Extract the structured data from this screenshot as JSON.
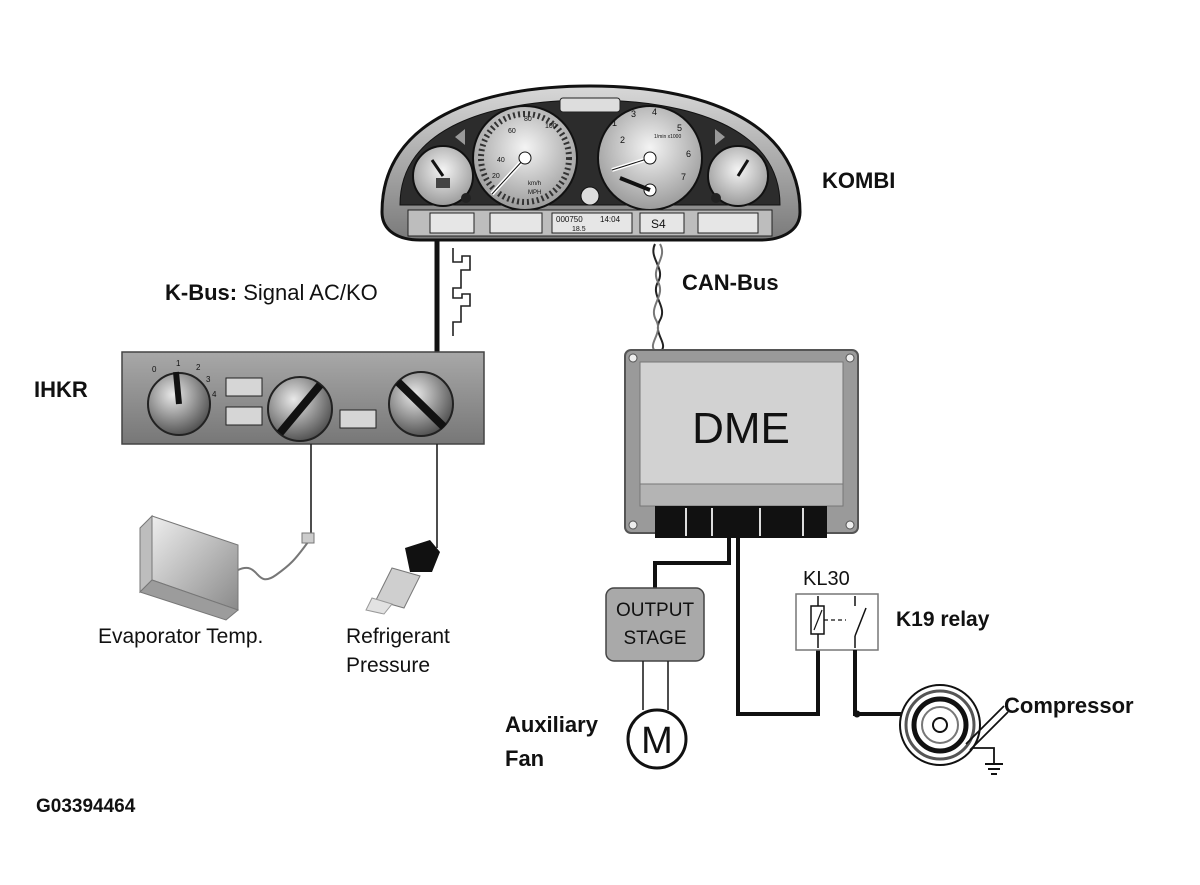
{
  "labels": {
    "kombi": "KOMBI",
    "kbus_bold": "K-Bus:",
    "kbus_rest": " Signal AC/KO",
    "canbus": "CAN-Bus",
    "ihkr": "IHKR",
    "dme": "DME",
    "evaporator": "Evaporator Temp.",
    "refrigerant_line1": "Refrigerant",
    "refrigerant_line2": "Pressure",
    "output_stage_line1": "OUTPUT",
    "output_stage_line2": "STAGE",
    "kl30": "KL30",
    "k19_relay": "K19 relay",
    "compressor": "Compressor",
    "aux_fan_line1": "Auxiliary",
    "aux_fan_line2": "Fan",
    "motor": "M",
    "figure_id": "G03394464"
  },
  "cluster": {
    "speedo_ticks": [
      "20",
      "40",
      "60",
      "80",
      "100"
    ],
    "speedo_unit_top": "km/h",
    "speedo_unit_bottom": "MPH",
    "tach_ticks": [
      "1",
      "2",
      "3",
      "4",
      "5",
      "6",
      "7"
    ],
    "tach_unit": "1/min x1000",
    "odometer": "000750",
    "trip": "18.5",
    "clock": "14:04",
    "gear": "S4"
  },
  "colors": {
    "line": "#111111",
    "panel_gray": "#8c8c8c",
    "panel_light": "#bcbcbc",
    "dme_face": "#d2d2d2",
    "output_stage_fill": "#a9a9a9"
  }
}
